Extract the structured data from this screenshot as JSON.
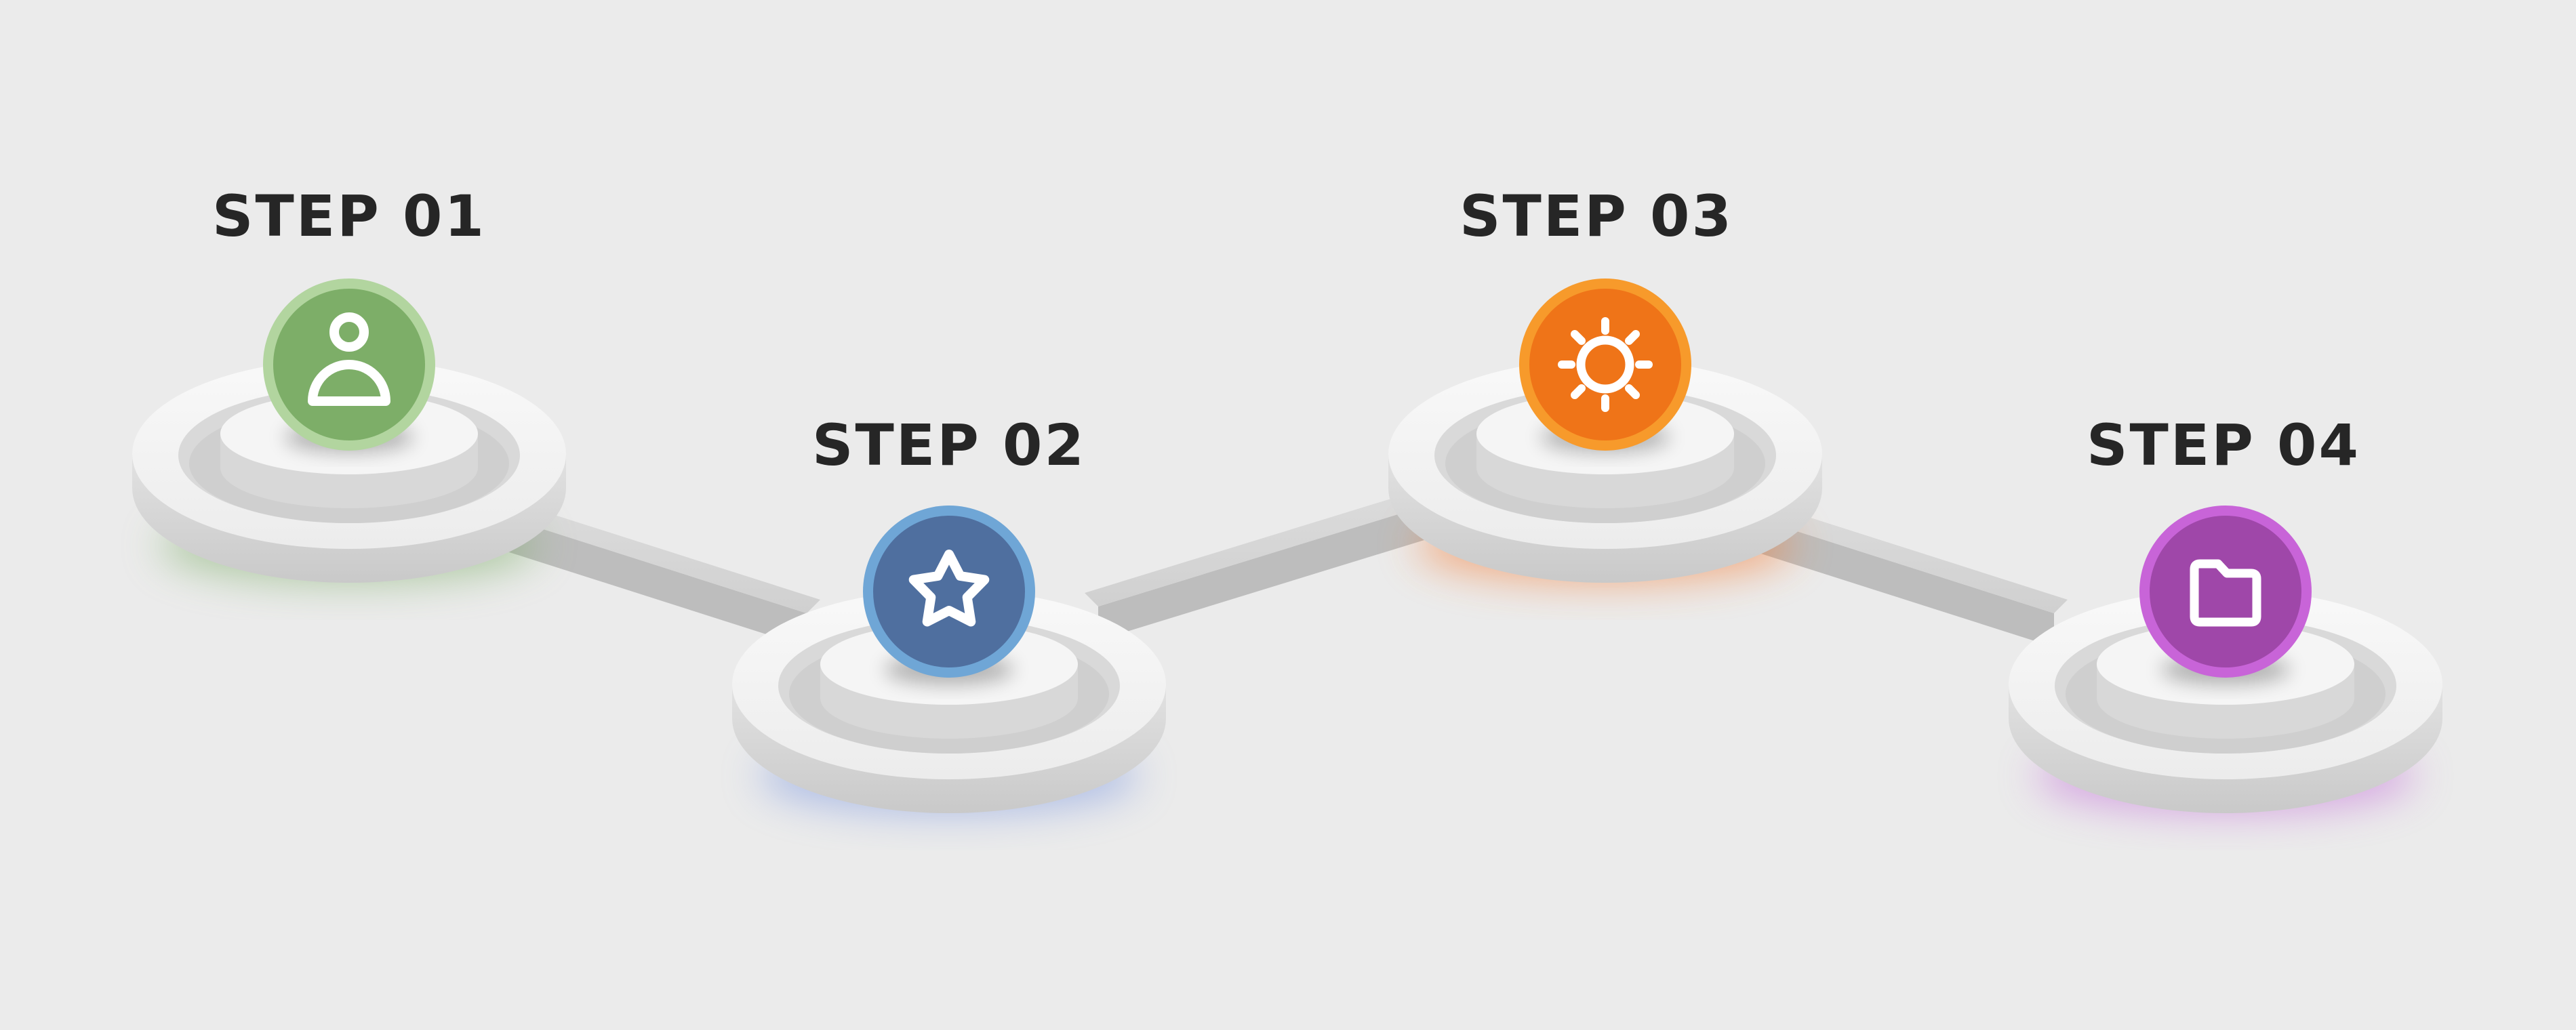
{
  "steps": [
    {
      "label": "STEP 01",
      "icon": "person-icon",
      "color": "#7dae68",
      "ring": "#b2d59f"
    },
    {
      "label": "STEP 02",
      "icon": "star-icon",
      "color": "#4f6f9f",
      "ring": "#6fa6d6"
    },
    {
      "label": "STEP 03",
      "icon": "gear-icon",
      "color": "#ef7418",
      "ring": "#f79a2b"
    },
    {
      "label": "STEP 04",
      "icon": "folder-icon",
      "color": "#9f47a9",
      "ring": "#c864d8"
    }
  ],
  "background": "#ebebeb"
}
